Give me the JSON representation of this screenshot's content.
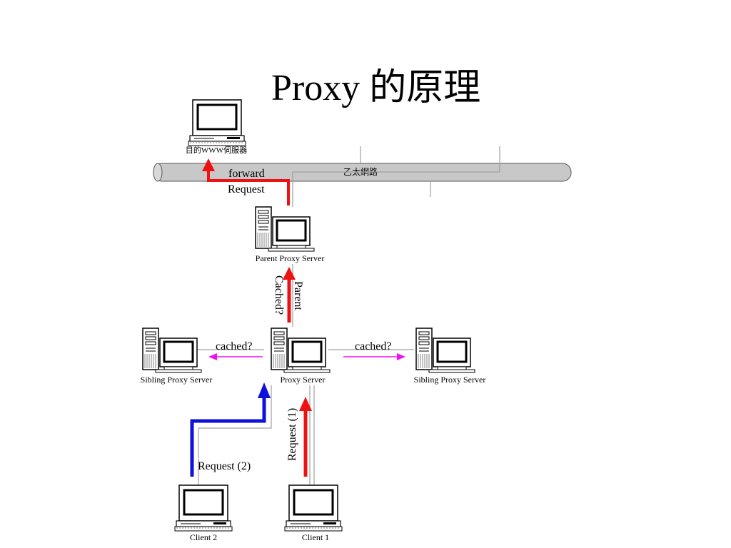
{
  "title": "Proxy 的原理",
  "labels": {
    "www_server": "目的WWW伺服器",
    "ethernet": "乙太網路",
    "forward": "forward",
    "request": "Request",
    "parent_proxy": "Parent Proxy Server",
    "parent": "Parent",
    "cached_q": "Cached?",
    "sibling_left": "Sibling Proxy Server",
    "proxy_server": "Proxy Server",
    "sibling_right": "Sibling Proxy Server",
    "cached_left": "cached?",
    "cached_right": "cached?",
    "request_1": "Request (1)",
    "request_2": "Request (2)",
    "client_2": "Client 2",
    "client_1": "Client 1"
  },
  "colors": {
    "red_arrow": "#ee1111",
    "blue_arrow": "#1010dd",
    "magenta_arrow": "#ee11ee",
    "bus": "#c8c8c8",
    "wire": "#a0a0a0"
  },
  "icons": [
    "desktop-computer-icon",
    "tower-server-icon",
    "ethernet-bus-icon"
  ]
}
